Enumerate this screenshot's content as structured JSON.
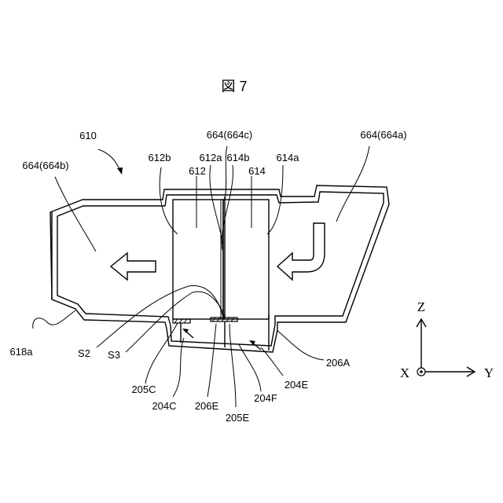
{
  "figure": {
    "title": "図 7",
    "labels": {
      "l610": "610",
      "l664c": "664(664c)",
      "l664a": "664(664a)",
      "l664b": "664(664b)",
      "l612b": "612b",
      "l612a": "612a",
      "l614b": "614b",
      "l614a": "614a",
      "l612": "612",
      "l614": "614",
      "l618a": "618a",
      "lS2": "S2",
      "lS3": "S3",
      "l205C": "205C",
      "l204C": "204C",
      "l206E": "206E",
      "l205E": "205E",
      "l204F": "204F",
      "l204E": "204E",
      "l206A": "206A"
    },
    "axes": {
      "z": "Z",
      "x": "X",
      "y": "Y"
    }
  }
}
